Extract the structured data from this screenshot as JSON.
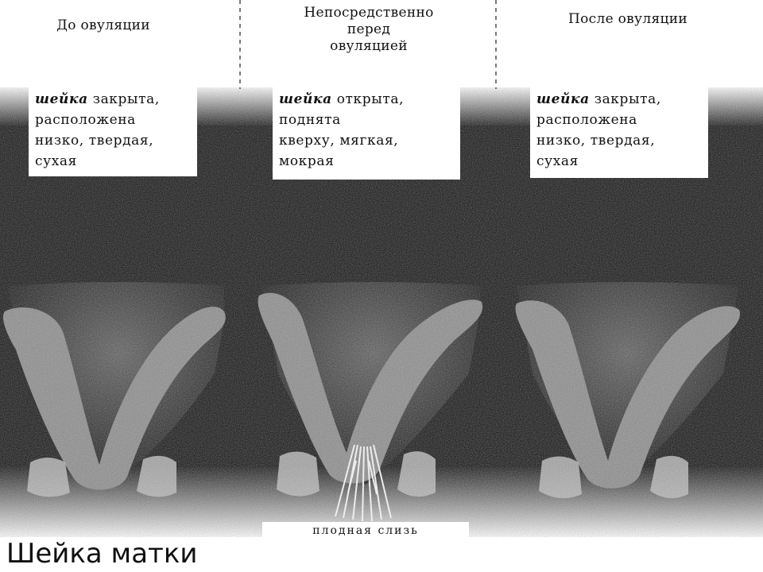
{
  "columns": [
    {
      "heading": [
        "До овуляции"
      ],
      "keyword": "шейка",
      "description_first": " закрыта,",
      "description_rest": [
        "расположена",
        "низко, твердая,",
        "сухая"
      ]
    },
    {
      "heading": [
        "Непосредственно",
        "перед",
        "овуляцией"
      ],
      "keyword": "шейка",
      "description_first": " открыта,",
      "description_rest": [
        "поднята",
        "кверху, мягкая,",
        "мокрая"
      ]
    },
    {
      "heading": [
        "После овуляции"
      ],
      "keyword": "шейка",
      "description_first": " закрыта,",
      "description_rest": [
        "расположена",
        "низко, твердая,",
        "сухая"
      ]
    }
  ],
  "mucus_label": "плодная слизь",
  "caption": "Шейка матки",
  "colors": {
    "tissue": "#0c0c0c",
    "cervix": "#8a8a8a",
    "paper": "#ffffff"
  }
}
